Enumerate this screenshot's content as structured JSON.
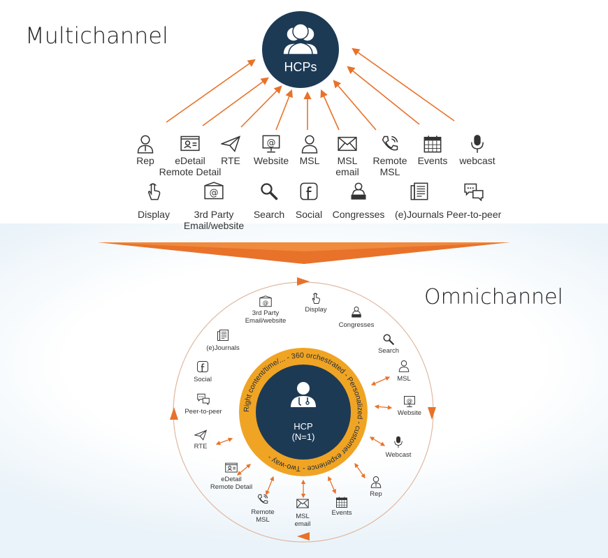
{
  "multichannel": {
    "title": "Multichannel",
    "hub_label": "HCPs",
    "channels_row1": [
      {
        "label": "Rep",
        "icon": "person-icon"
      },
      {
        "label": "eDetail\nRemote Detail",
        "icon": "edetail-screen-icon"
      },
      {
        "label": "RTE",
        "icon": "paper-plane-icon"
      },
      {
        "label": "Website",
        "icon": "website-monitor-icon"
      },
      {
        "label": "MSL",
        "icon": "msl-person-icon"
      },
      {
        "label": "MSL\nemail",
        "icon": "envelope-icon"
      },
      {
        "label": "Remote\nMSL",
        "icon": "phone-icon"
      },
      {
        "label": "Events",
        "icon": "calendar-icon"
      },
      {
        "label": "webcast",
        "icon": "microphone-icon"
      }
    ],
    "channels_row2": [
      {
        "label": "Display",
        "icon": "touch-hand-icon"
      },
      {
        "label": "3rd Party\nEmail/website",
        "icon": "email-at-icon"
      },
      {
        "label": "Search",
        "icon": "search-icon"
      },
      {
        "label": "Social",
        "icon": "facebook-icon"
      },
      {
        "label": "Congresses",
        "icon": "speaker-podium-icon"
      },
      {
        "label": "(e)Journals",
        "icon": "journal-icon"
      },
      {
        "label": "Peer-to-peer",
        "icon": "chat-bubbles-icon"
      }
    ]
  },
  "omnichannel": {
    "title": "Omnichannel",
    "hub_label": "HCP",
    "hub_sublabel": "(N=1)",
    "ring_text": "Right content/time/...  -  360 orchestrated  -  Personalized  -  customer experience  -  Two-way  -",
    "channels": [
      {
        "label": "Display",
        "icon": "touch-hand-icon"
      },
      {
        "label": "Congresses",
        "icon": "speaker-podium-icon"
      },
      {
        "label": "Search",
        "icon": "search-icon"
      },
      {
        "label": "MSL",
        "icon": "msl-person-icon"
      },
      {
        "label": "Website",
        "icon": "website-monitor-icon"
      },
      {
        "label": "Webcast",
        "icon": "microphone-icon"
      },
      {
        "label": "Rep",
        "icon": "person-icon"
      },
      {
        "label": "Events",
        "icon": "calendar-icon"
      },
      {
        "label": "MSL\nemail",
        "icon": "envelope-icon"
      },
      {
        "label": "Remote\nMSL",
        "icon": "phone-icon"
      },
      {
        "label": "eDetail\nRemote Detail",
        "icon": "edetail-screen-icon"
      },
      {
        "label": "RTE",
        "icon": "paper-plane-icon"
      },
      {
        "label": "Peer-to-peer",
        "icon": "chat-bubbles-icon"
      },
      {
        "label": "Social",
        "icon": "facebook-icon"
      },
      {
        "label": "(e)Journals",
        "icon": "journal-icon"
      },
      {
        "label": "3rd Party\nEmail/website",
        "icon": "email-at-icon"
      }
    ]
  },
  "colors": {
    "navy": "#1d3a55",
    "orange": "#e8722a",
    "gold": "#f0a424",
    "ring_line": "#e0b8a0",
    "text": "#333333"
  }
}
